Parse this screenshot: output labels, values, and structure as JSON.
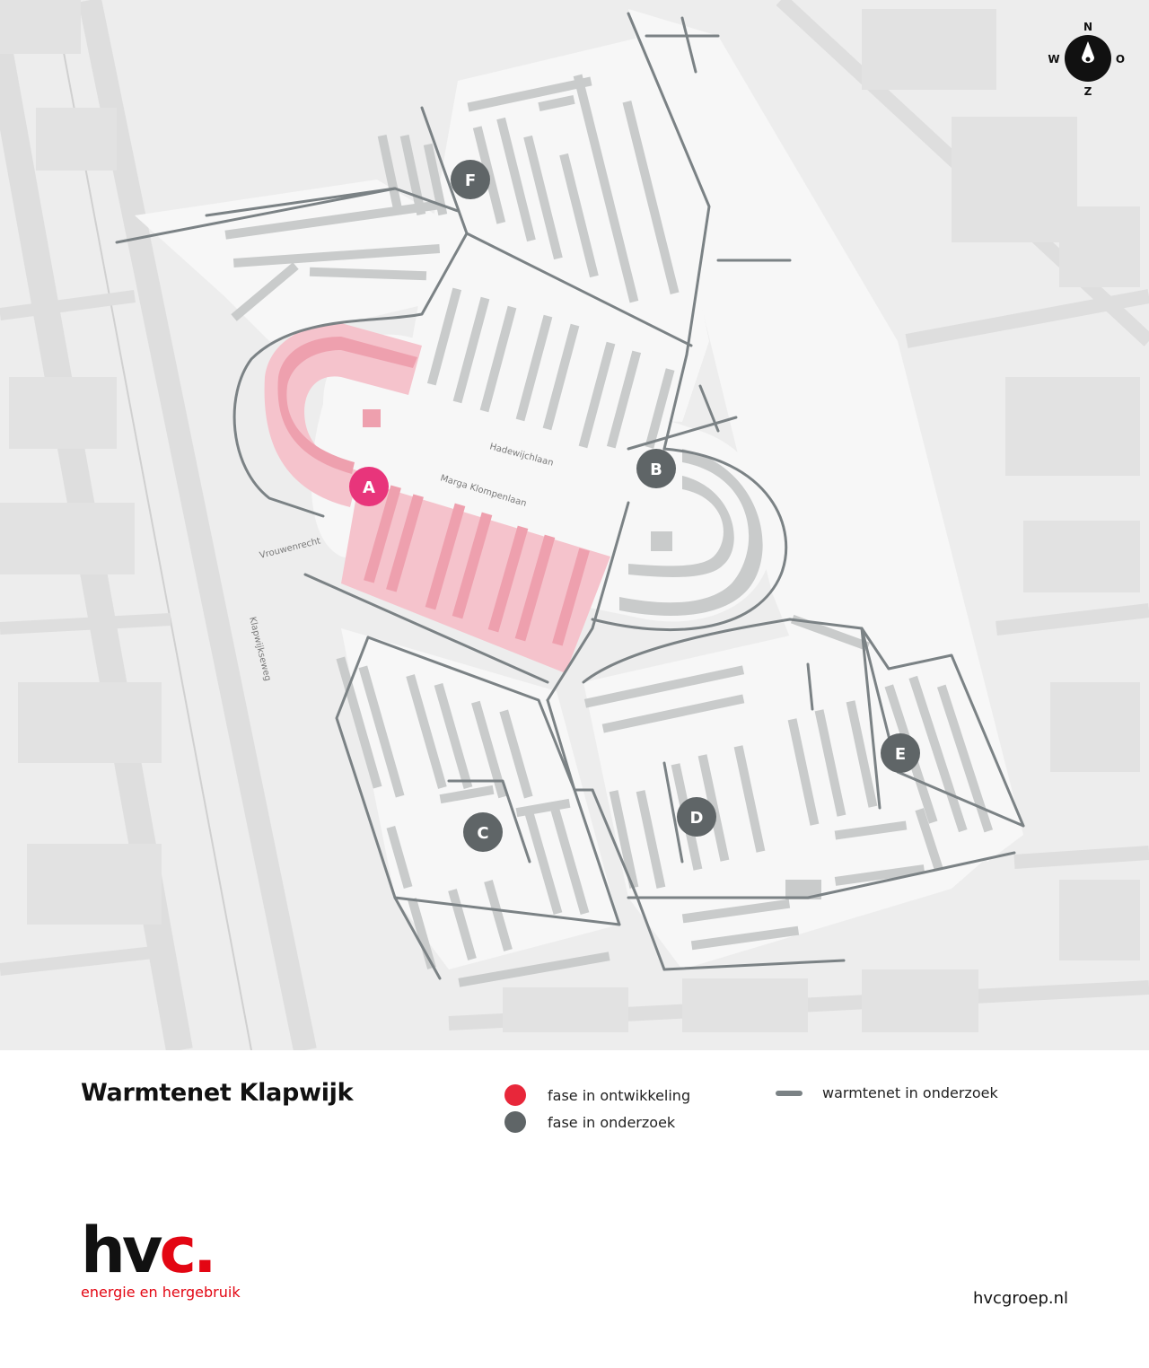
{
  "map": {
    "streets": {
      "hadewijchlaan": "Hadewijchlaan",
      "marga": "Marga Klompenlaan",
      "vrouwenrecht": "Vrouwenrecht",
      "klapwijkseweg": "Klapwijkseweg"
    },
    "phases": [
      {
        "id": "A",
        "status": "fase in ontwikkeling"
      },
      {
        "id": "B",
        "status": "fase in onderzoek"
      },
      {
        "id": "C",
        "status": "fase in onderzoek"
      },
      {
        "id": "D",
        "status": "fase in onderzoek"
      },
      {
        "id": "E",
        "status": "fase in onderzoek"
      },
      {
        "id": "F",
        "status": "fase in onderzoek"
      }
    ],
    "compass": {
      "n": "N",
      "e": "O",
      "s": "Z",
      "w": "W"
    },
    "colors": {
      "background": "#ededed",
      "block": "#f7f7f7",
      "building": "#c9cbcb",
      "network": "#7b8285",
      "highlight": "#f5c3cc",
      "highlight_building": "#eea0ae",
      "marker_active": "#e8357b",
      "marker_research": "#5f6567"
    }
  },
  "legend": {
    "title": "Warmtenet Klapwijk",
    "items": [
      {
        "label": "fase in ontwikkeling",
        "color": "#e8273a"
      },
      {
        "label": "fase in onderzoek",
        "color": "#5f6567"
      },
      {
        "label": "warmtenet in onderzoek",
        "color": "#7b8285"
      }
    ]
  },
  "brand": {
    "name_main": "hv",
    "name_accent": "c.",
    "tagline": "energie en hergebruik",
    "url": "hvcgroep.nl"
  }
}
